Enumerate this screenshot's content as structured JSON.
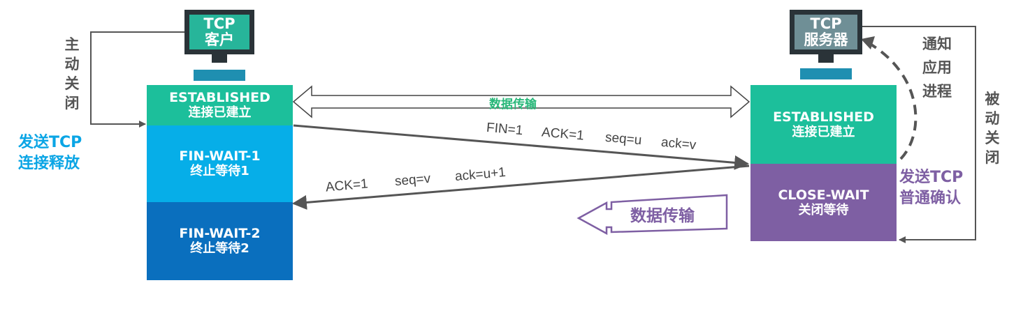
{
  "client": {
    "title_line1": "TCP",
    "title_line2": "客户",
    "action_label": "主动关闭",
    "send_label_line1": "发送TCP",
    "send_label_line2": "连接释放",
    "states": [
      {
        "en": "ESTABLISHED",
        "zh": "连接已建立",
        "color": "#1cbf9b"
      },
      {
        "en": "FIN-WAIT-1",
        "zh": "终止等待1",
        "color": "#06aee8"
      },
      {
        "en": "FIN-WAIT-2",
        "zh": "终止等待2",
        "color": "#0a6fbe"
      }
    ]
  },
  "server": {
    "title_line1": "TCP",
    "title_line2": "服务器",
    "notify_label": "通知应用进程",
    "passive_label": "被动关闭",
    "send_label_line1": "发送TCP",
    "send_label_line2": "普通确认",
    "states": [
      {
        "en": "ESTABLISHED",
        "zh": "连接已建立",
        "color": "#1cbf9b"
      },
      {
        "en": "CLOSE-WAIT",
        "zh": "关闭等待",
        "color": "#7e5fa3"
      }
    ]
  },
  "transfer": {
    "two_way_label": "数据传输",
    "one_way_label": "数据传输"
  },
  "segments": {
    "fin": {
      "fin": "FIN=1",
      "ack": "ACK=1",
      "seq": "seq=u",
      "acknum": "ack=v"
    },
    "ack": {
      "ack": "ACK=1",
      "seq": "seq=v",
      "acknum": "ack=u+1"
    }
  },
  "colors": {
    "accent_green": "#29b87a",
    "accent_blue": "#0aa5e5",
    "accent_purple": "#7e5fa3",
    "arrow_gray": "#555555"
  }
}
